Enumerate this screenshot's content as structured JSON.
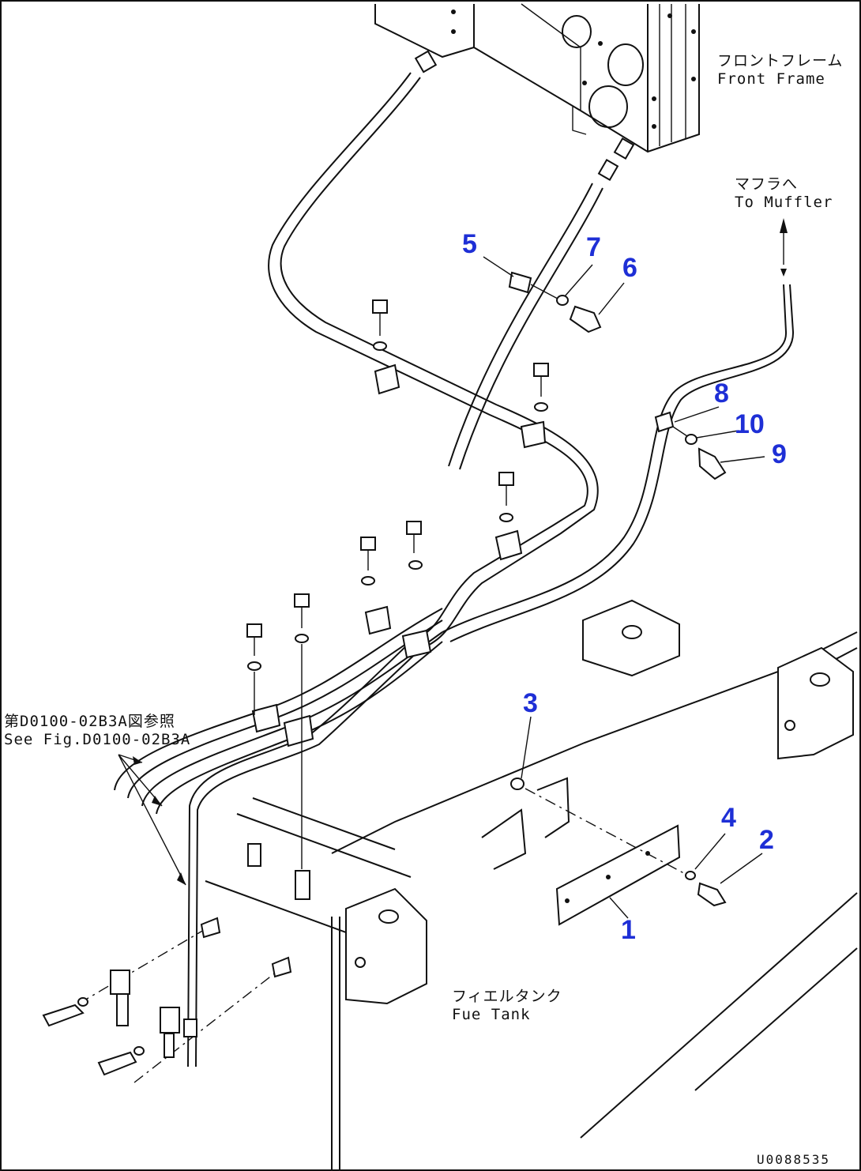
{
  "labels": {
    "front_frame": {
      "jp": "フロントフレーム",
      "en": "Front Frame"
    },
    "to_muffler": {
      "jp": "マフラへ",
      "en": "To Muffler"
    },
    "fuel_tank": {
      "jp": "フィエルタンク",
      "en": "Fue Tank"
    },
    "see_fig": {
      "jp": "第D0100-02B3A図参照",
      "en": "See Fig.D0100-02B3A"
    }
  },
  "callouts": [
    {
      "id": "1",
      "text": "1"
    },
    {
      "id": "2",
      "text": "2"
    },
    {
      "id": "3",
      "text": "3"
    },
    {
      "id": "4",
      "text": "4"
    },
    {
      "id": "5",
      "text": "5"
    },
    {
      "id": "6",
      "text": "6"
    },
    {
      "id": "7",
      "text": "7"
    },
    {
      "id": "8",
      "text": "8"
    },
    {
      "id": "9",
      "text": "9"
    },
    {
      "id": "10",
      "text": "10"
    }
  ],
  "drawing_code": "U0088535",
  "colors": {
    "callout": "#1e2fd6",
    "line": "#111111"
  }
}
